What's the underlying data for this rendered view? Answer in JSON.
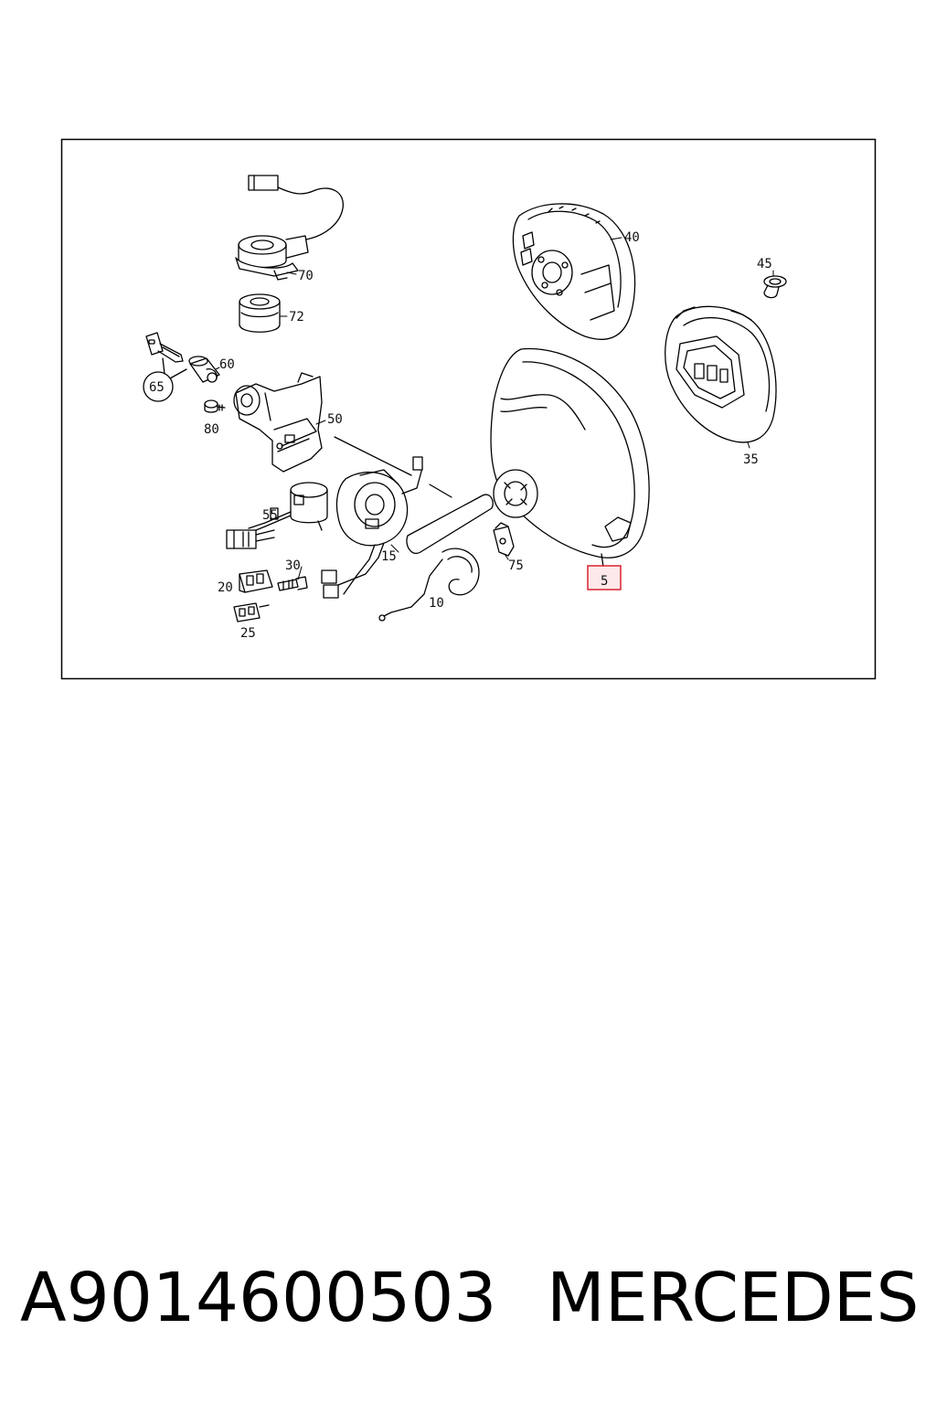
{
  "diagram": {
    "callouts": [
      {
        "id": "70",
        "label": "70"
      },
      {
        "id": "72",
        "label": "72"
      },
      {
        "id": "60",
        "label": "60"
      },
      {
        "id": "65",
        "label": "65"
      },
      {
        "id": "80",
        "label": "80"
      },
      {
        "id": "50",
        "label": "50"
      },
      {
        "id": "55",
        "label": "55"
      },
      {
        "id": "30",
        "label": "30"
      },
      {
        "id": "20",
        "label": "20"
      },
      {
        "id": "25",
        "label": "25"
      },
      {
        "id": "15",
        "label": "15"
      },
      {
        "id": "10",
        "label": "10"
      },
      {
        "id": "75",
        "label": "75"
      },
      {
        "id": "5",
        "label": "5"
      },
      {
        "id": "40",
        "label": "40"
      },
      {
        "id": "45",
        "label": "45"
      },
      {
        "id": "35",
        "label": "35"
      }
    ],
    "highlighted_callout": "5",
    "highlight_color": "#d9232e"
  },
  "caption": {
    "part_number": "A9014600503",
    "brand": "MERCEDES"
  }
}
